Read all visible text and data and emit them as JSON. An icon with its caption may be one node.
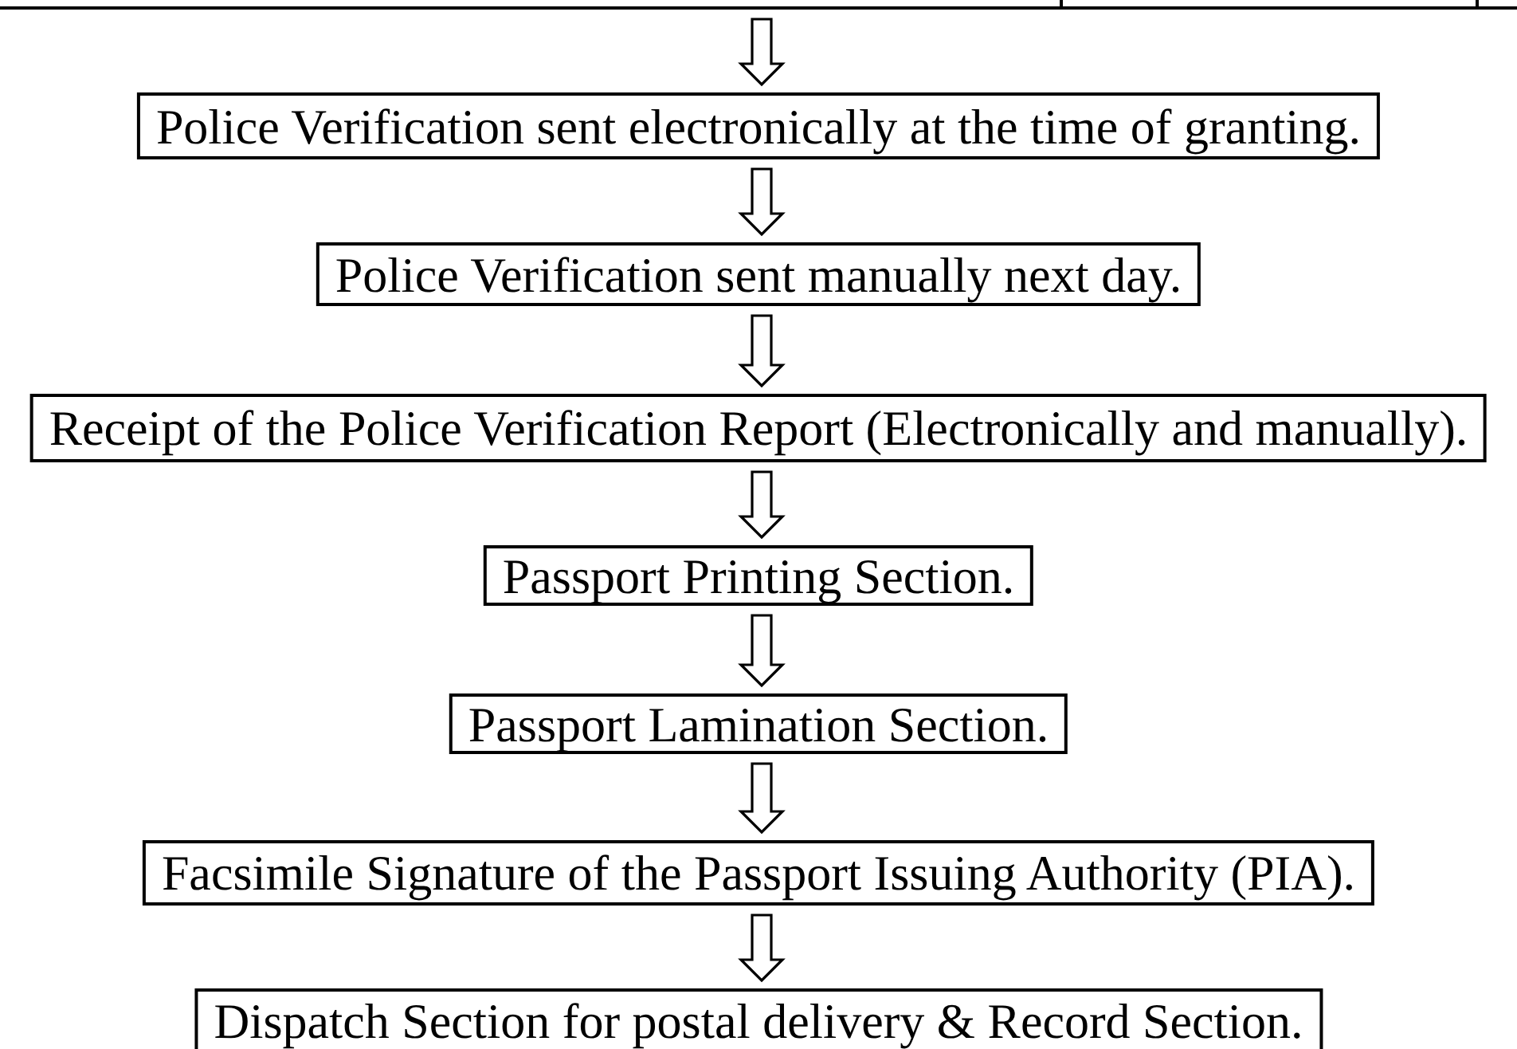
{
  "diagram": {
    "nodes": [
      {
        "text": [],
        "shape": "box"
      },
      {
        "text": [
          "Police Verification sent electronically at the time of granting."
        ]
      },
      {
        "text": [
          "Police Verification sent manually next day."
        ]
      },
      {
        "text": [
          "Receipt of the Police Verification Report (Electronically and manually)."
        ]
      },
      {
        "text": [
          "Passport Printing Section."
        ]
      },
      {
        "text": [
          "Passport Lamination Section."
        ]
      },
      {
        "text": [
          "Facsimile Signature of the Passport Issuing Authority (PIA)."
        ]
      },
      {
        "text": [
          "Dispatch Section for postal delivery & Record Section."
        ]
      }
    ],
    "edges": [
      {
        "from": 0,
        "to": 1,
        "arrow": "to"
      },
      {
        "from": 1,
        "to": 2,
        "arrow": "to"
      },
      {
        "from": 2,
        "to": 3,
        "arrow": "to"
      },
      {
        "from": 3,
        "to": 4,
        "arrow": "to"
      },
      {
        "from": 4,
        "to": 5,
        "arrow": "to"
      },
      {
        "from": 5,
        "to": 6,
        "arrow": "to"
      },
      {
        "from": 6,
        "to": 7,
        "arrow": "to"
      }
    ]
  }
}
